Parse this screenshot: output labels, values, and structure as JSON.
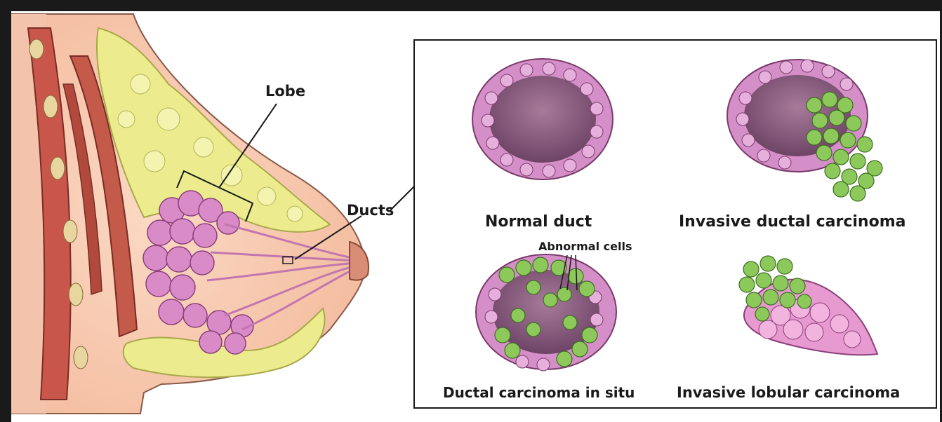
{
  "labels": {
    "lobe": "Lobe",
    "ducts": "Ducts",
    "normal_duct": "Normal duct",
    "invasive_ductal": "Invasive ductal carcinoma",
    "abnormal_cells": "Abnormal cells",
    "dcis": "Ductal carcinoma in situ",
    "invasive_lobular": "Invasive lobular carcinoma"
  },
  "colors": {
    "skin": "#f7c9b0",
    "fat": "#ecec8e",
    "lobule": "#d98bc8",
    "muscle": "#c9564a",
    "duct_wall": "#d58fc8",
    "abnormal_cell": "#8cc95a",
    "frame": "#1a1a1a"
  }
}
